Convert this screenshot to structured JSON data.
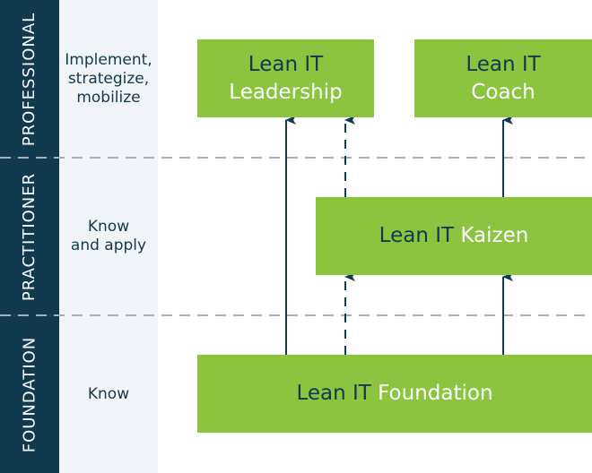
{
  "levels": [
    {
      "name": "PROFESSIONAL",
      "description": "Implement,\nstrategize,\nmobilize"
    },
    {
      "name": "PRACTITIONER",
      "description": "Know\nand apply"
    },
    {
      "name": "FOUNDATION",
      "description": "Know"
    }
  ],
  "boxes": {
    "leadership": {
      "prefix": "Lean IT",
      "name": "Leadership"
    },
    "coach": {
      "prefix": "Lean IT",
      "name": "Coach"
    },
    "kaizen": {
      "prefix": "Lean IT",
      "name": "Kaizen"
    },
    "foundation": {
      "prefix": "Lean IT",
      "name": "Foundation"
    }
  },
  "colors": {
    "green": "#8bc43f",
    "navy": "#0f3a4f",
    "light": "#f1f4f8",
    "dash": "#aab0b6"
  }
}
